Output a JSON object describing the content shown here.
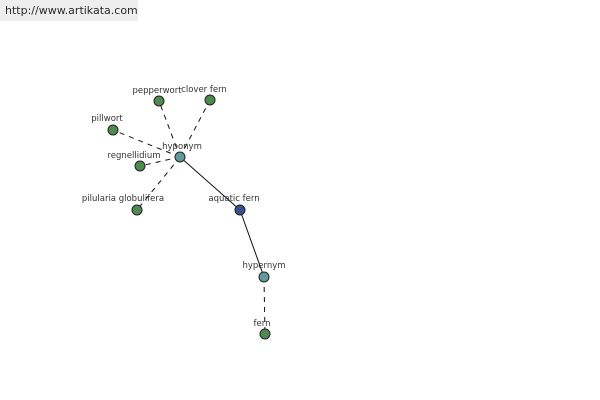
{
  "source_url": "http://www.artikata.com",
  "colors": {
    "leaf": "#4f8a4f",
    "relation": "#5f9b9c",
    "focus": "#3a4f8c",
    "edge": "#111111"
  },
  "nodes": [
    {
      "id": "pepperwort",
      "label": "pepperwort",
      "kind": "leaf"
    },
    {
      "id": "clover-fern",
      "label": "clover fern",
      "kind": "leaf"
    },
    {
      "id": "pillwort",
      "label": "pillwort",
      "kind": "leaf"
    },
    {
      "id": "regnellidium",
      "label": "regnellidium",
      "kind": "leaf"
    },
    {
      "id": "hyponym",
      "label": "hyponym",
      "kind": "relation"
    },
    {
      "id": "pilularia-globulifera",
      "label": "pilularia globulifera",
      "kind": "leaf"
    },
    {
      "id": "aquatic-fern",
      "label": "aquatic fern",
      "kind": "focus"
    },
    {
      "id": "hypernym",
      "label": "hypernym",
      "kind": "relation"
    },
    {
      "id": "fern",
      "label": "fern",
      "kind": "leaf"
    }
  ],
  "edges": [
    {
      "from": "aquatic-fern",
      "to": "hyponym",
      "style": "solid"
    },
    {
      "from": "aquatic-fern",
      "to": "hypernym",
      "style": "solid"
    },
    {
      "from": "hyponym",
      "to": "pepperwort",
      "style": "dashed"
    },
    {
      "from": "hyponym",
      "to": "clover-fern",
      "style": "dashed"
    },
    {
      "from": "hyponym",
      "to": "pillwort",
      "style": "dashed"
    },
    {
      "from": "hyponym",
      "to": "regnellidium",
      "style": "dashed"
    },
    {
      "from": "hyponym",
      "to": "pilularia-globulifera",
      "style": "dashed"
    },
    {
      "from": "hypernym",
      "to": "fern",
      "style": "dashed"
    }
  ]
}
